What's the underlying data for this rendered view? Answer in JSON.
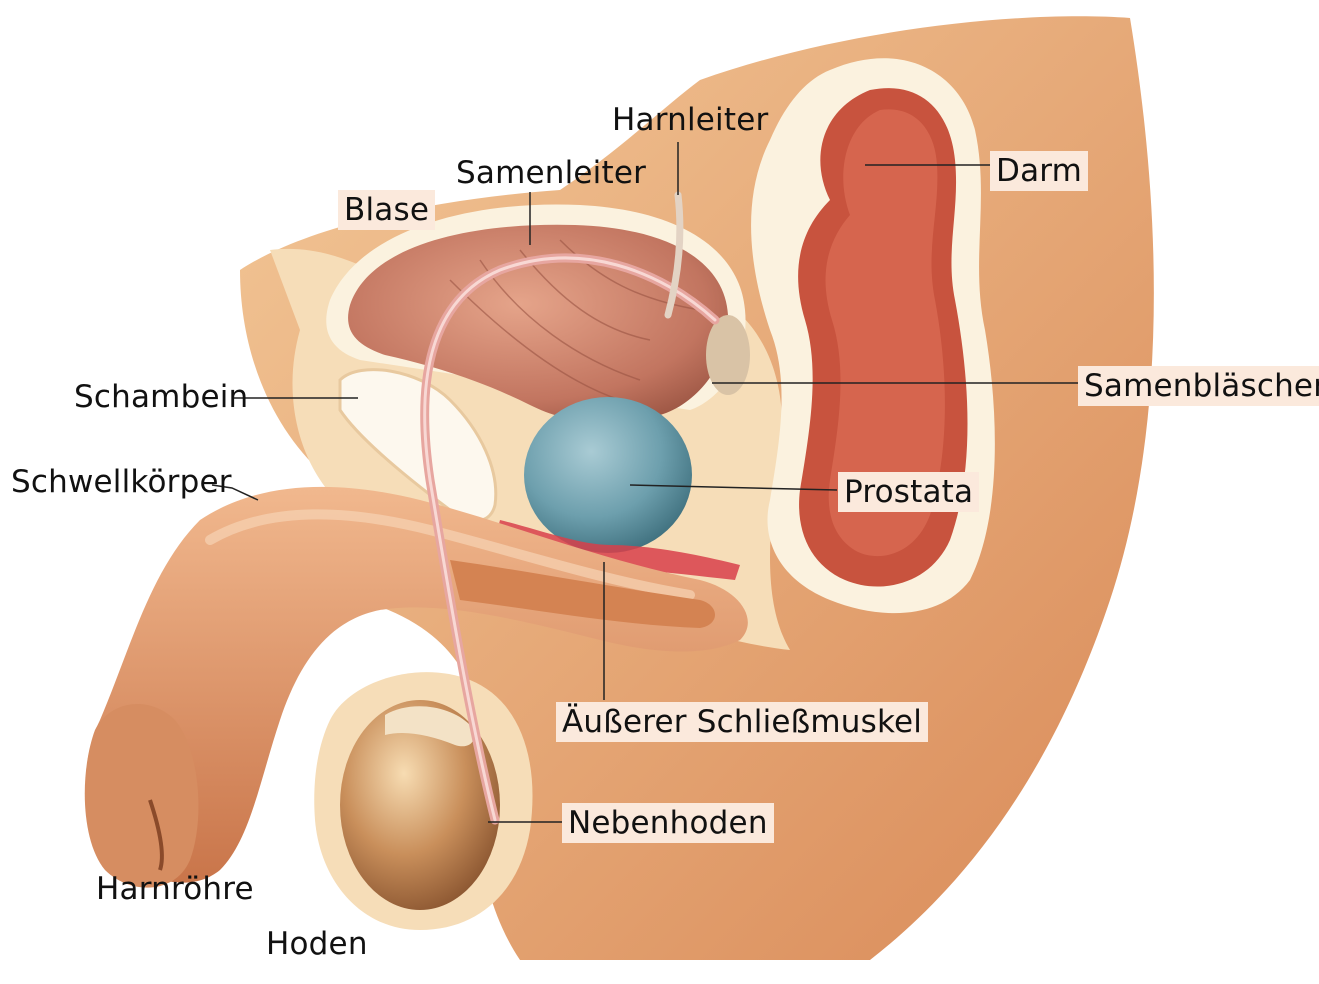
{
  "colors": {
    "background": "#ffffff",
    "skin": "#e9a77a",
    "skin_dark": "#c87a4c",
    "tissue_light": "#f6ddb8",
    "bladder": "#c77a62",
    "prostate": "#6fa4b3",
    "intestine": "#c8533e",
    "bone": "#fbf2df",
    "label_background": "#fbe9dc",
    "leader_line": "#222222"
  },
  "labels": {
    "harnleiter": "Harnleiter",
    "samenleiter": "Samenleiter",
    "blase": "Blase",
    "darm": "Darm",
    "schambein": "Schambein",
    "samenblaeschen": "Samenbläschen",
    "schwellkoerper": "Schwellkörper",
    "prostata": "Prostata",
    "schliessmuskel": "Äußerer Schließmuskel",
    "nebenhoden": "Nebenhoden",
    "harnroehre": "Harnröhre",
    "hoden": "Hoden"
  }
}
